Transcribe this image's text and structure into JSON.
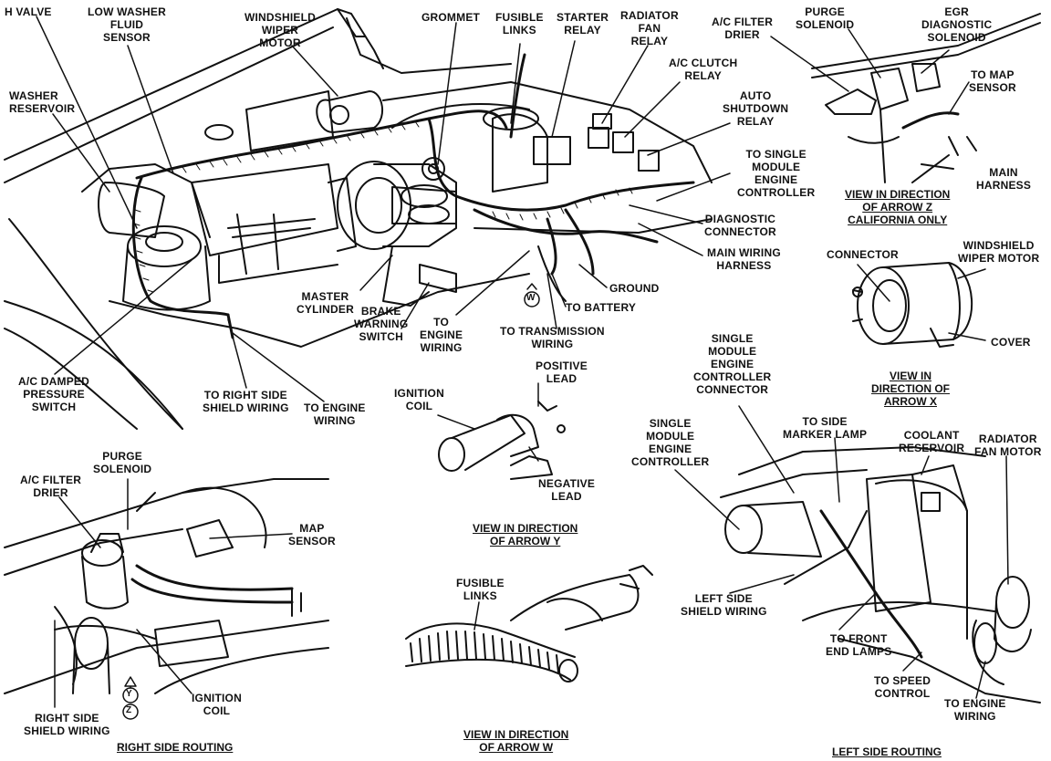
{
  "labels": {
    "h_valve": "H VALVE",
    "low_washer_fluid_sensor": [
      "LOW WASHER",
      "FLUID",
      "SENSOR"
    ],
    "washer_reservoir": [
      "WASHER",
      "RESERVOIR"
    ],
    "windshield_wiper_motor": [
      "WINDSHIELD",
      "WIPER",
      "MOTOR"
    ],
    "grommet": "GROMMET",
    "fusible_links": [
      "FUSIBLE",
      "LINKS"
    ],
    "starter_relay": [
      "STARTER",
      "RELAY"
    ],
    "radiator_fan_relay": [
      "RADIATOR",
      "FAN",
      "RELAY"
    ],
    "ac_clutch_relay": [
      "A/C CLUTCH",
      "RELAY"
    ],
    "auto_shutdown_relay": [
      "AUTO",
      "SHUTDOWN",
      "RELAY"
    ],
    "to_single_module_engine_controller": [
      "TO SINGLE",
      "MODULE",
      "ENGINE",
      "CONTROLLER"
    ],
    "diagnostic_connector": [
      "DIAGNOSTIC",
      "CONNECTOR"
    ],
    "main_wiring_harness": [
      "MAIN WIRING",
      "HARNESS"
    ],
    "ground": "GROUND",
    "to_battery": "TO BATTERY",
    "master_cylinder": [
      "MASTER",
      "CYLINDER"
    ],
    "brake_warning_switch": [
      "BRAKE",
      "WARNING",
      "SWITCH"
    ],
    "to_engine_wiring_top": [
      "TO",
      "ENGINE",
      "WIRING"
    ],
    "to_transmission_wiring": [
      "TO TRANSMISSION",
      "WIRING"
    ],
    "ac_damped_pressure_switch": [
      "A/C DAMPED",
      "PRESSURE",
      "SWITCH"
    ],
    "to_right_side_shield_wiring": [
      "TO RIGHT SIDE",
      "SHIELD WIRING"
    ],
    "to_engine_wiring_left": [
      "TO ENGINE",
      "WIRING"
    ],
    "ac_filter_drier_z": [
      "A/C FILTER",
      "DRIER"
    ],
    "purge_solenoid_z": [
      "PURGE",
      "SOLENOID"
    ],
    "egr_diagnostic_solenoid": [
      "EGR",
      "DIAGNOSTIC",
      "SOLENOID"
    ],
    "to_map_sensor": [
      "TO MAP",
      "SENSOR"
    ],
    "main_harness": [
      "MAIN",
      "HARNESS"
    ],
    "connector": "CONNECTOR",
    "windshield_wiper_motor_x": [
      "WINDSHIELD",
      "WIPER MOTOR"
    ],
    "cover": "COVER",
    "ignition_coil_y": [
      "IGNITION",
      "COIL"
    ],
    "positive_lead": [
      "POSITIVE",
      "LEAD"
    ],
    "negative_lead": [
      "NEGATIVE",
      "LEAD"
    ],
    "smec_connector": [
      "SINGLE",
      "MODULE",
      "ENGINE",
      "CONTROLLER",
      "CONNECTOR"
    ],
    "smec": [
      "SINGLE",
      "MODULE",
      "ENGINE",
      "CONTROLLER"
    ],
    "to_side_marker_lamp": [
      "TO SIDE",
      "MARKER LAMP"
    ],
    "coolant_reservoir": [
      "COOLANT",
      "RESERVOIR"
    ],
    "radiator_fan_motor": [
      "RADIATOR",
      "FAN MOTOR"
    ],
    "left_side_shield_wiring": [
      "LEFT SIDE",
      "SHIELD WIRING"
    ],
    "to_front_end_lamps": [
      "TO FRONT",
      "END LAMPS"
    ],
    "to_speed_control": [
      "TO SPEED",
      "CONTROL"
    ],
    "to_engine_wiring_lr": [
      "TO ENGINE",
      "WIRING"
    ],
    "purge_solenoid_r": [
      "PURGE",
      "SOLENOID"
    ],
    "ac_filter_drier_r": [
      "A/C FILTER",
      "DRIER"
    ],
    "map_sensor": [
      "MAP",
      "SENSOR"
    ],
    "ignition_coil_r": [
      "IGNITION",
      "COIL"
    ],
    "right_side_shield_wiring": [
      "RIGHT SIDE",
      "SHIELD WIRING"
    ],
    "fusible_links_w": [
      "FUSIBLE",
      "LINKS"
    ],
    "arrow_w_letter": "W",
    "arrow_y_letter": "Y",
    "arrow_z_letter": "Z"
  },
  "captions": {
    "arrow_z": [
      "VIEW IN DIRECTION",
      "OF ARROW Z",
      "CALIFORNIA ONLY"
    ],
    "arrow_x": [
      "VIEW IN",
      "DIRECTION OF",
      "ARROW X"
    ],
    "arrow_y": [
      "VIEW IN DIRECTION",
      "OF ARROW Y"
    ],
    "arrow_w": [
      "VIEW IN DIRECTION",
      "OF ARROW W"
    ],
    "right_side": "RIGHT SIDE ROUTING",
    "left_side": "LEFT SIDE ROUTING"
  }
}
